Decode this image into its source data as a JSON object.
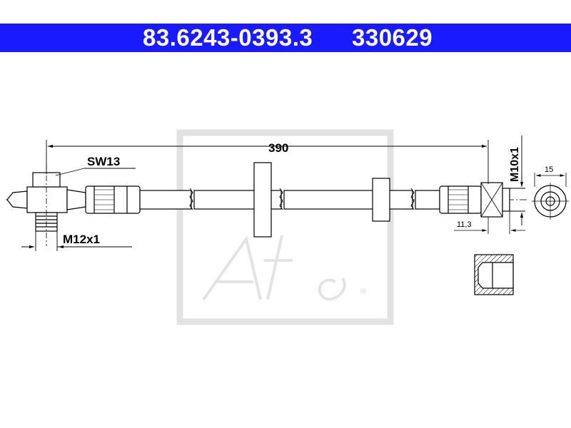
{
  "header": {
    "part_number": "83.6243-0393.3",
    "ref_number": "330629",
    "color": "#1a1aff"
  },
  "dimensions": {
    "length": "390",
    "wrench_size": "SW13",
    "thread_left": "M12x1",
    "thread_right": "M10x1",
    "end_diameter": "15",
    "end_length": "11,3"
  },
  "watermark": {
    "brand": "Ate",
    "trademark": "®"
  }
}
